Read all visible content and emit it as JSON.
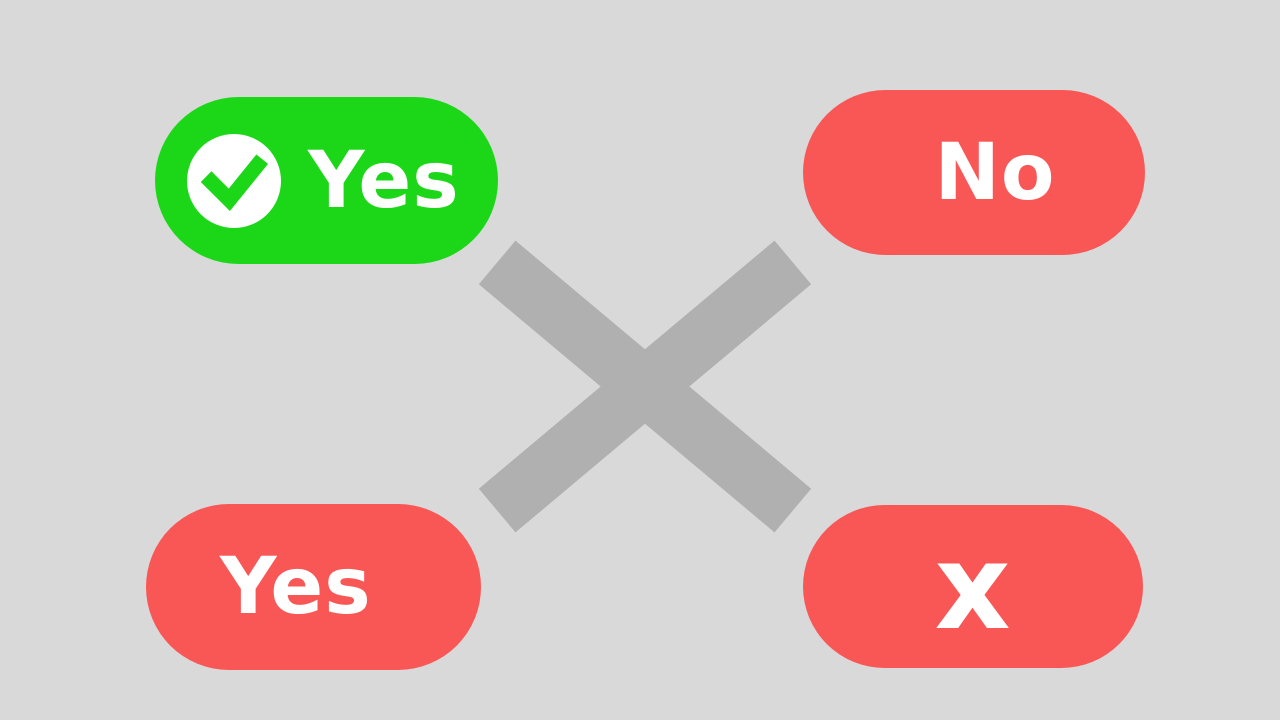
{
  "canvas": {
    "background_color": "#d9d9d9"
  },
  "colors": {
    "green": "#1bd718",
    "red": "#f95656",
    "cross_gray": "#b0b0b0",
    "label_white": "#ffffff"
  },
  "buttons": {
    "yes_green": {
      "label": "Yes",
      "icon": "check-circle-icon",
      "color": "#1bd718"
    },
    "no_red": {
      "label": "No",
      "color": "#f95656"
    },
    "yes_red": {
      "label": "Yes",
      "color": "#f95656"
    },
    "x_red": {
      "label": "x",
      "color": "#f95656"
    }
  },
  "overlay": {
    "icon": "cross-out-x-icon",
    "color": "#b0b0b0"
  }
}
